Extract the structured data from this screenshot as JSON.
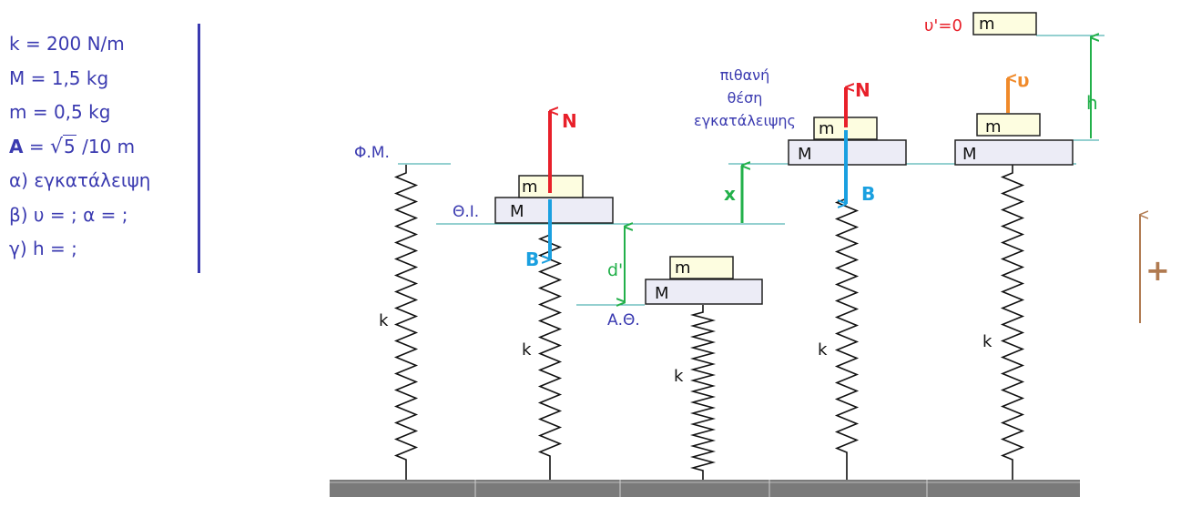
{
  "given": {
    "k": "k = 200 N/m",
    "M": "M = 1,5 kg",
    "m": "m = 0,5 kg",
    "amplitude_prefix": "A",
    "amplitude_eq": " = ",
    "amplitude_radicand": "5",
    "amplitude_rest": " /10 m",
    "question_a": "α) εγκατάλειψη",
    "question_b": "β) υ = ;  α = ;",
    "question_c": "γ) h = ;"
  },
  "labels": {
    "natural_length": "Φ.Μ.",
    "initial_position": "Θ.Ι.",
    "equilibrium": "Α.Θ.",
    "possible_release_line1": "πιθανή",
    "possible_release_line2": "θέση",
    "possible_release_line3": "εγκατάλειψης",
    "spring_constant": "k",
    "big_mass": "M",
    "small_mass": "m",
    "normal_force": "N",
    "weight": "B",
    "compression_d": "d'",
    "displacement_x": "x",
    "height_h": "h",
    "velocity": "υ",
    "final_velocity": "υ'=0",
    "positive_direction": "+"
  },
  "colors": {
    "text_blue": "#3a3ab0",
    "normal_force": "#e8202a",
    "weight": "#1aa0e0",
    "dimension": "#22b04a",
    "velocity": "#f08a2a",
    "positive_axis": "#b07a50",
    "reference_line": "#2aa0a0",
    "block_big": "#ececf6",
    "block_small": "#fdfde0",
    "ground": "#777777"
  }
}
